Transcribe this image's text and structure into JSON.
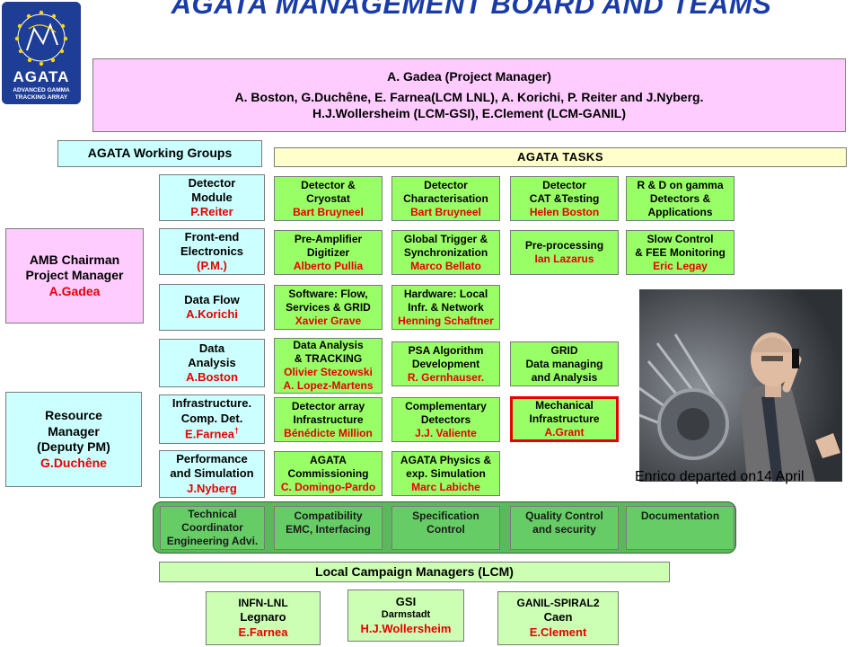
{
  "title": "AGATA MANAGEMENT BOARD AND TEAMS",
  "colors": {
    "title": "#1a3ca8",
    "task_box": "#99ff66",
    "highlight_border": "#e60000",
    "pm_box": "#ffccff",
    "band": "#5cb85c"
  },
  "logo": {
    "label": "AGATA",
    "sub1": "ADVANCED GAMMA",
    "sub2": "TRACKING ARRAY"
  },
  "pm_box": {
    "line1": "A. Gadea (Project Manager)",
    "line2": "A.  Boston, G.Duchêne, E. Farnea(LCM LNL), A. Korichi, P. Reiter and J.Nyberg.",
    "line3": "H.J.Wollersheim (LCM-GSI), E.Clement (LCM-GANIL)"
  },
  "working_groups_header": "AGATA Working Groups",
  "tasks_header": "AGATA  TASKS",
  "working_groups": [
    {
      "l1": "Detector",
      "l2": "Module",
      "person": "P.Reiter"
    },
    {
      "l1": "Front-end",
      "l2": "Electronics",
      "person": "(P.M.)"
    },
    {
      "l1": "Data Flow",
      "person": "A.Korichi"
    },
    {
      "l1": "Data",
      "l2": "Analysis",
      "person": "A.Boston"
    },
    {
      "l1": "Infrastructure.",
      "l2": "Comp. Det.",
      "person": "E.Farnea",
      "mark": "†"
    },
    {
      "l1": "Performance",
      "l2": "and Simulation",
      "person": "J.Nyberg"
    }
  ],
  "tasks": [
    [
      {
        "l1": "Detector  &",
        "l2": "Cryostat",
        "person": "Bart Bruyneel"
      },
      {
        "l1": "Detector",
        "l2": "Characterisation",
        "person": "Bart Bruyneel"
      },
      {
        "l1": "Detector",
        "l2": "CAT &Testing",
        "person": "Helen Boston"
      },
      {
        "l1": "R & D on gamma",
        "l2": "Detectors  &",
        "l3": "Applications"
      }
    ],
    [
      {
        "l1": "Pre-Amplifier",
        "l2": "Digitizer",
        "person": "Alberto Pullia"
      },
      {
        "l1": "Global Trigger &",
        "l2": "Synchronization",
        "person": "Marco Bellato"
      },
      {
        "l1": "Pre-processing",
        "person": "Ian Lazarus"
      },
      {
        "l1": "Slow Control",
        "l2": "& FEE Monitoring",
        "person": "Eric Legay"
      }
    ],
    [
      {
        "l1": "Software: Flow,",
        "l2": "Services & GRID",
        "person": "Xavier Grave"
      },
      {
        "l1": "Hardware:  Local",
        "l2": "Infr. & Network",
        "person": "Henning Schaftner"
      }
    ],
    [
      {
        "l1": "Data Analysis",
        "l2": "& TRACKING",
        "person": "Olivier Stezowski",
        "person2": "A. Lopez-Martens"
      },
      {
        "l1": "PSA Algorithm",
        "l2": "Development",
        "person": "R. Gernhauser."
      },
      {
        "l1": "GRID",
        "l2": "Data managing",
        "l3": "and Analysis"
      }
    ],
    [
      {
        "l1": "Detector  array",
        "l2": "Infrastructure",
        "person": "Bénédicte Million"
      },
      {
        "l1": "Complementary",
        "l2": "Detectors",
        "person": "J.J. Valiente"
      },
      {
        "l1": "Mechanical",
        "l2": "Infrastructure",
        "person": "A.Grant"
      }
    ],
    [
      {
        "l1": "AGATA",
        "l2": "Commissioning",
        "person": "C. Domingo-Pardo"
      },
      {
        "l1": "AGATA Physics &",
        "l2": "exp. Simulation",
        "person": "Marc Labiche"
      }
    ]
  ],
  "amb": {
    "l1": "AMB Chairman",
    "l2": "Project Manager",
    "person": "A.Gadea"
  },
  "resource_manager": {
    "l1": "Resource",
    "l2": "Manager",
    "l3": "(Deputy PM)",
    "person": "G.Duchêne"
  },
  "photo_caption": "Enrico departed on14 April",
  "technical_band": {
    "coordinator": {
      "l1": "Technical",
      "l2": "Coordinator",
      "l3": "Engineering Advi."
    },
    "items": [
      {
        "l1": "Compatibility",
        "l2": "EMC, Interfacing"
      },
      {
        "l1": "Specification",
        "l2": "Control"
      },
      {
        "l1": "Quality Control",
        "l2": "and security"
      },
      {
        "l1": "Documentation"
      }
    ]
  },
  "lcm_header": "Local Campaign Managers (LCM)",
  "sites": [
    {
      "l1": "INFN-LNL",
      "l2": "Legnaro",
      "person": "E.Farnea"
    },
    {
      "l1": "GSI",
      "l2": "Darmstadt",
      "person": "H.J.Wollersheim"
    },
    {
      "l1": "GANIL-SPIRAL2",
      "l2": "Caen",
      "person": "E.Clement"
    }
  ]
}
